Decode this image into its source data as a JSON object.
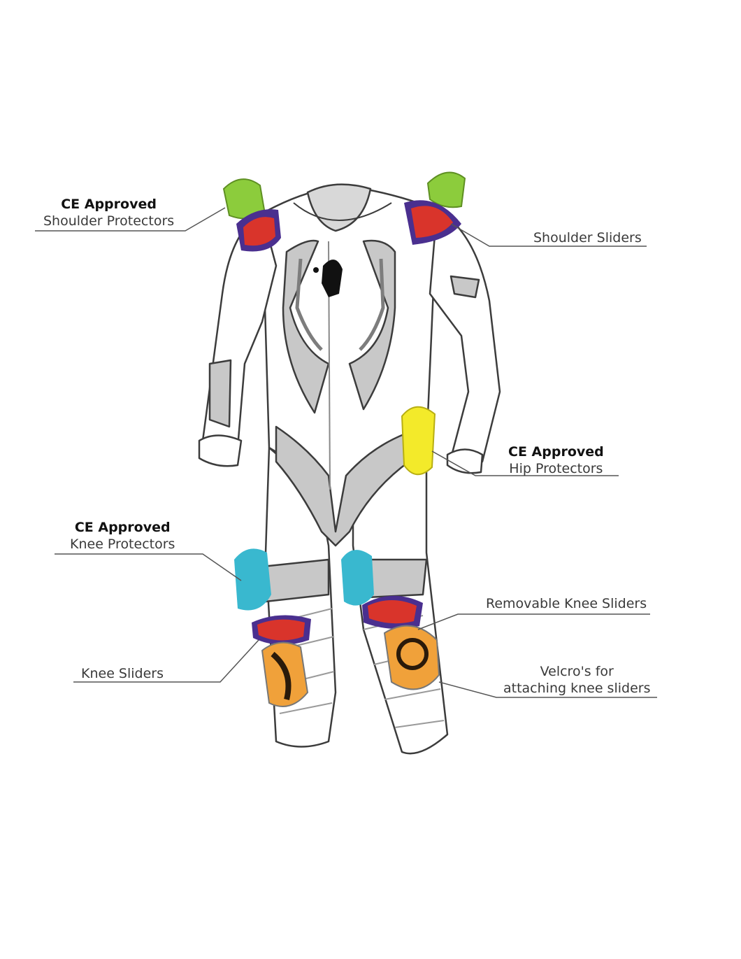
{
  "labels": {
    "shoulder_protectors": {
      "heading": "CE Approved",
      "text": "Shoulder Protectors"
    },
    "shoulder_sliders": {
      "text": "Shoulder Sliders"
    },
    "hip_protectors": {
      "heading": "CE Approved",
      "text": "Hip Protectors"
    },
    "knee_protectors": {
      "heading": "CE Approved",
      "text": "Knee Protectors"
    },
    "removable_knee_sliders": {
      "text": "Removable Knee Sliders"
    },
    "knee_sliders": {
      "text": "Knee Sliders"
    },
    "velcros": {
      "line1": "Velcro's for",
      "line2": "attaching knee sliders"
    }
  },
  "colors": {
    "outline": "#3c3c3c",
    "panel_gray": "#c8c8c8",
    "dark_stripe": "#7d7d7d",
    "shoulder_protector_green": "#8ccc3c",
    "slider_red": "#d9342b",
    "slider_purple": "#4a2f8f",
    "hip_protector_yellow": "#f3ea2a",
    "knee_protector_cyan": "#39b8cf",
    "velcro_orange": "#f0a13a",
    "leader_line": "#555555"
  }
}
